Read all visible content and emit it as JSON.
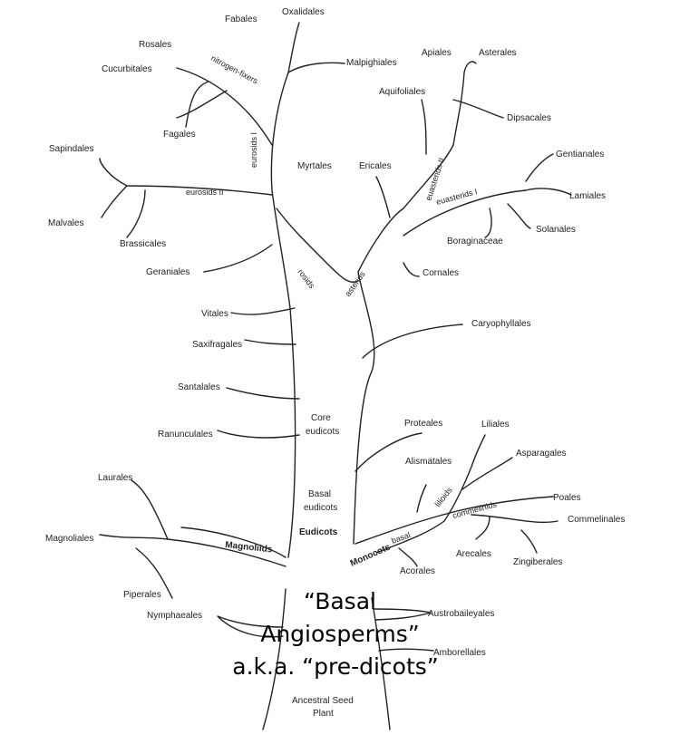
{
  "orders": {
    "fabales": "Fabales",
    "oxalidales": "Oxalidales",
    "rosales": "Rosales",
    "cucurbitales": "Cucurbitales",
    "malpighiales": "Malpighiales",
    "fagales": "Fagales",
    "sapindales": "Sapindales",
    "malvales": "Malvales",
    "brassicales": "Brassicales",
    "geraniales": "Geraniales",
    "myrtales": "Myrtales",
    "vitales": "Vitales",
    "saxifragales": "Saxifragales",
    "santalales": "Santalales",
    "ranunculales": "Ranunculales",
    "laurales": "Laurales",
    "magnoliales": "Magnoliales",
    "piperales": "Piperales",
    "nymphaeales": "Nymphaeales",
    "apiales": "Apiales",
    "asterales": "Asterales",
    "aquifoliales": "Aquifoliales",
    "dipsacales": "Dipsacales",
    "ericales": "Ericales",
    "gentianales": "Gentianales",
    "lamiales": "Lamiales",
    "solanales": "Solanales",
    "boraginaceae": "Boraginaceae",
    "cornales": "Cornales",
    "caryophyllales": "Caryophyllales",
    "proteales": "Proteales",
    "liliales": "Liliales",
    "asparagales": "Asparagales",
    "alismatales": "Alismatales",
    "poales": "Poales",
    "commelinales": "Commelinales",
    "arecales": "Arecales",
    "zingiberales": "Zingiberales",
    "acorales": "Acorales",
    "austrobaileyales": "Austrobaileyales",
    "amborellales": "Amborellales"
  },
  "clades": {
    "nitrogen_fixers": "nitrogen-fixers",
    "eurosids_i": "eurosids I",
    "eurosids_ii": "eurosids II",
    "rosids": "rosids",
    "asterids": "asterids",
    "euasterids_i": "euasterids I",
    "euasterids_ii": "euasterids II",
    "lilioids": "lilioids",
    "commelinids": "commelinids",
    "basal": "basal"
  },
  "groups": {
    "core_eudicots_line1": "Core",
    "core_eudicots_line2": "eudicots",
    "basal_eudicots_line1": "Basal",
    "basal_eudicots_line2": "eudicots",
    "eudicots": "Eudicots",
    "magnoliids": "Magnoliids",
    "monocots": "Monocots",
    "ancestral_line1": "Ancestral Seed",
    "ancestral_line2": "Plant"
  },
  "annotation": {
    "line1": "“Basal",
    "line2": "Angiosperms”",
    "line3": "a.k.a. “pre-dicots”"
  }
}
